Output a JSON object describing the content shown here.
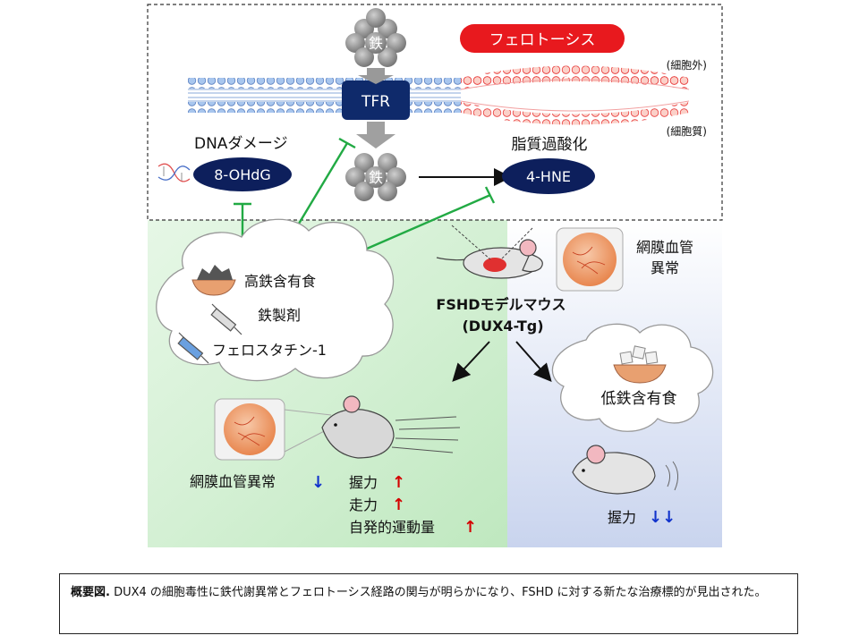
{
  "diagram": {
    "iron_top": "鉄",
    "iron_mid": "鉄",
    "tfr": "TFR",
    "ferroptosis": "フェロトーシス",
    "extracellular": "(細胞外)",
    "cytoplasm": "(細胞質)",
    "dna_damage": "DNAダメージ",
    "ohdg": "8-OHdG",
    "lipid_peroxidation": "脂質過酸化",
    "hne": "4-HNE",
    "high_iron_diet": "高鉄含有食",
    "iron_agent": "鉄製剤",
    "ferrostatin": "フェロスタチン-1",
    "model_mouse": "FSHDモデルマウス",
    "model_name": "(DUX4-Tg)",
    "retina_label_1": "網膜血管",
    "retina_label_2": "異常",
    "low_iron_diet": "低鉄含有食",
    "retina_left": "網膜血管異常",
    "grip": "握力",
    "run": "走力",
    "voluntary": "自発的運動量",
    "grip_right": "握力"
  },
  "colors": {
    "ferroptosis_red": "#e8191e",
    "navy": "#0d1f5c",
    "green_arrow": "#22aa44",
    "up_red": "#d40000",
    "down_blue": "#1133cc"
  },
  "caption": {
    "lead": "概要図.",
    "body": " DUX4 の細胞毒性に鉄代謝異常とフェロトーシス経路の関与が明らかになり、FSHD に対する新たな治療標的が見出された。"
  }
}
